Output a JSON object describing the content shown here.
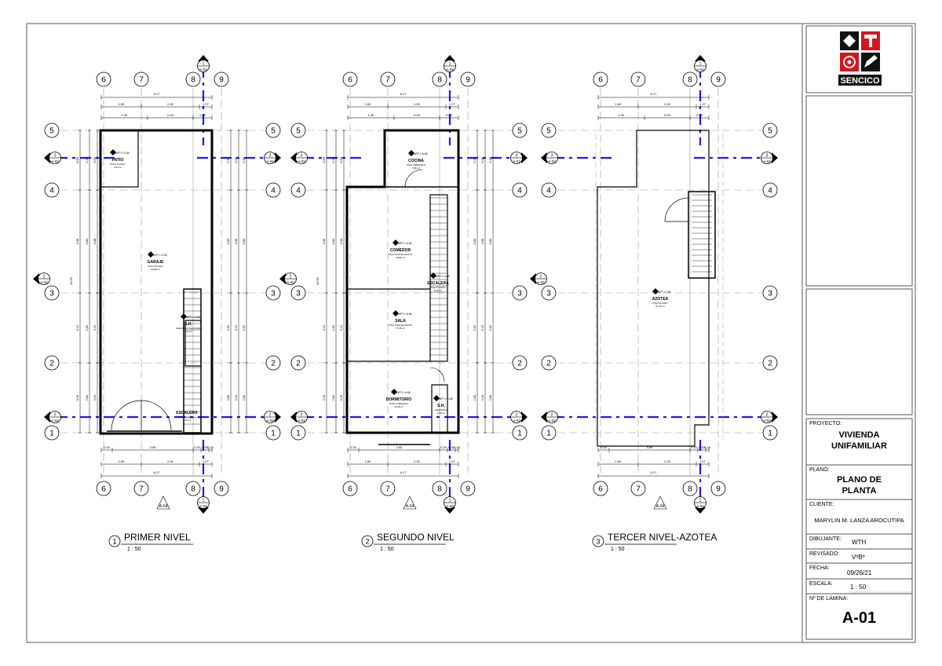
{
  "plans": [
    {
      "number": "1",
      "title": "PRIMER NIVEL",
      "scale": "1 : 50",
      "rooms": [
        {
          "name": "PATIO",
          "level": "NPT:+-0.05",
          "floor": "PISO PULIDO",
          "area": "2.64 m²"
        },
        {
          "name": "GARAJE",
          "level": "NPT:+-0.05",
          "floor": "PISO PULIDO",
          "area": "52.88 m²"
        },
        {
          "name": "S.H.",
          "level": "NPT:+-0.05",
          "floor": "CERAMICO NACIONAL",
          "area": "1.81 m²"
        },
        {
          "name": "ESCALERA",
          "level": "",
          "floor": "PISO PULIDO",
          "area": "7.24 m²"
        }
      ]
    },
    {
      "number": "2",
      "title": "SEGUNDO NIVEL",
      "scale": "1 : 50",
      "rooms": [
        {
          "name": "COCINA",
          "level": "NPT:+-6.65",
          "floor": "PISO CERAMICO",
          "area": "7.86 m²"
        },
        {
          "name": "COMEDOR",
          "level": "NPT:+-6.65",
          "floor": "PISO PORCELANATO",
          "area": "18.85 m²"
        },
        {
          "name": "ESCALERA",
          "level": "NPT:+-6.65",
          "floor": "PISO PULIDO",
          "area": "8.45 m²"
        },
        {
          "name": "SALA",
          "level": "NPT:+-6.65",
          "floor": "PISO PORCELANATO",
          "area": "17.65 m²"
        },
        {
          "name": "DORMITORIO",
          "level": "NPT:+-6.65",
          "floor": "PISO LAMINADO",
          "area": "15.98 m²"
        },
        {
          "name": "S.H.",
          "level": "NPT:+-6.65",
          "floor": "CERAMICO",
          "area": "2.96 m²"
        }
      ]
    },
    {
      "number": "3",
      "title": "TERCER NIVEL-AZOTEA",
      "scale": "1 : 50",
      "rooms": [
        {
          "name": "AZOTEA",
          "level": "NPT:+7.95",
          "floor": "PISO PULIDO",
          "area": "57.75 m²"
        }
      ]
    }
  ],
  "grid": {
    "columns": [
      "6",
      "7",
      "8",
      "9"
    ],
    "rows": [
      "5",
      "4",
      "3",
      "2",
      "1"
    ]
  },
  "section_refs": {
    "sheet_a02": "A-02",
    "sheet_a04": "A-04",
    "marks": [
      "1",
      "2",
      "3"
    ]
  },
  "dimensions": {
    "overall_width": "6.17",
    "segments_top": [
      "1.60",
      "2.30",
      "1.27"
    ],
    "segments_wall": [
      "1.32",
      "0.25",
      "0.25"
    ],
    "segments_bottom": [
      "0.30",
      "3.55",
      "0.30",
      "0.30",
      "0.15"
    ],
    "overall_depth": "10.90",
    "vertical_left": [
      "3.68",
      "4.08",
      "3.12",
      "3.10"
    ],
    "vertical_inner": [
      "2.30",
      "0.80",
      "2.52",
      "2.80"
    ]
  },
  "title_block": {
    "logo_text": "SENCICO",
    "proyecto_label": "PROYECTO:",
    "proyecto_value": "VIVIENDA UNIFAMILIAR",
    "plano_label": "PLANO:",
    "plano_value": "PLANO DE PLANTA",
    "cliente_label": "CLIENTE:",
    "cliente_value": "MARYLIN M. LANZA AROCUTIPA",
    "dibujante_label": "DIBUJANTE:",
    "dibujante_value": "WTH",
    "revisado_label": "REVISADO:",
    "revisado_value": "VºBº",
    "fecha_label": "FECHA:",
    "fecha_value": "09/26/21",
    "escala_label": "ESCALA:",
    "escala_value": "1 : 50",
    "lamina_label": "Nº DE LAMINA:",
    "lamina_value": "A-01"
  },
  "colors": {
    "line": "#000000",
    "grid_line": "#9a9a9a",
    "section_line": "#1a1aff",
    "logo_red": "#d4161c",
    "logo_black": "#111111"
  }
}
